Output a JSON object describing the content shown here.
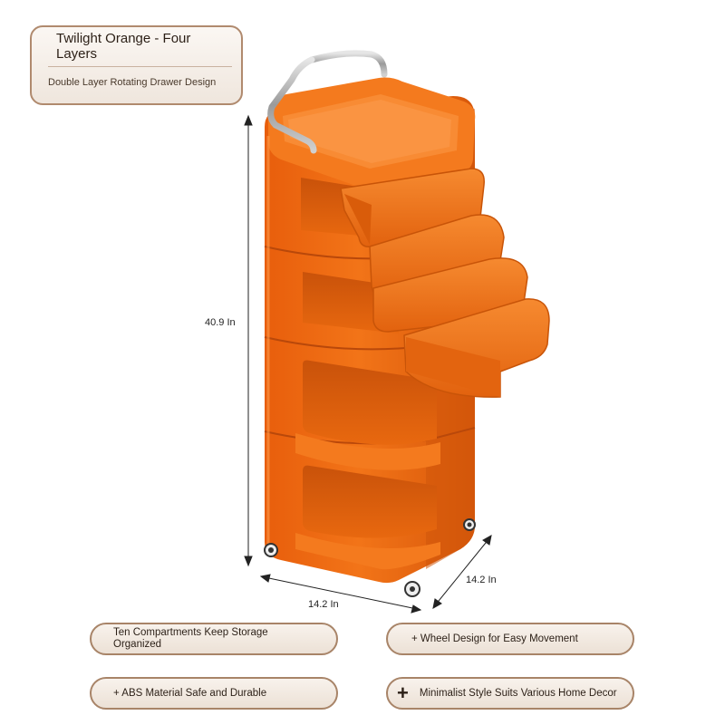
{
  "title": "Twilight Orange - Four Layers",
  "subtitle": "Double Layer Rotating Drawer Design",
  "dimensions": {
    "height": "40.9 In",
    "width": "14.2 In",
    "depth": "14.2 In"
  },
  "features": [
    "Ten Compartments Keep Storage Organized",
    "+ Wheel Design for Easy Movement",
    "+ ABS Material Safe and Durable",
    "Minimalist Style Suits Various Home Decor"
  ],
  "colors": {
    "product": "#f06a12",
    "product_shadow": "#c4500a",
    "card_border": "#a88468"
  },
  "icons": [
    "plus-icon"
  ]
}
